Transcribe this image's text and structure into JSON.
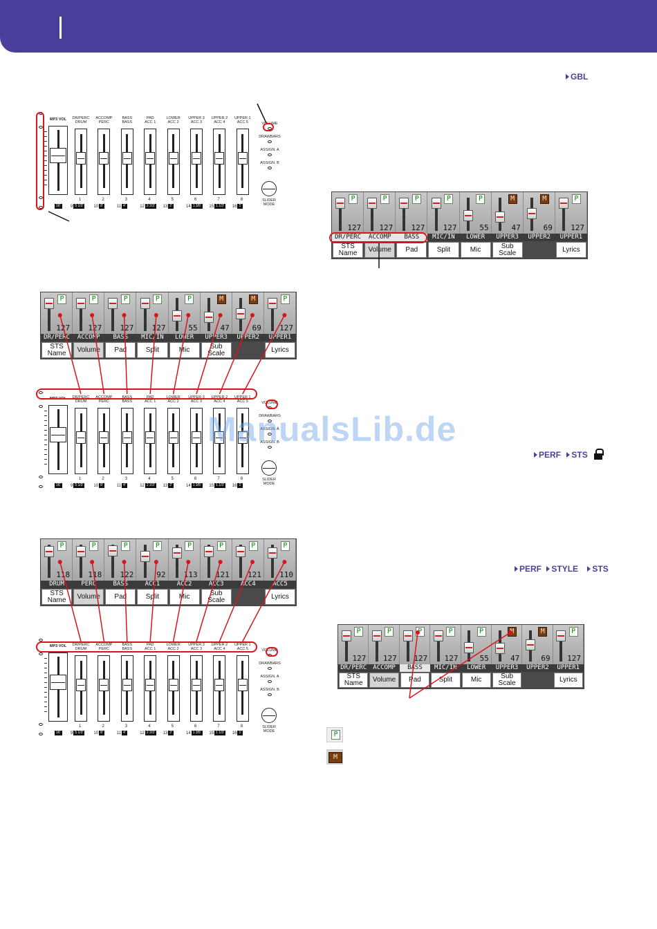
{
  "tags": {
    "gbl": [
      "GBL"
    ],
    "perf_sts": [
      "PERF",
      "STS"
    ],
    "perf_style_sts": [
      "PERF",
      "STYLE",
      "STS"
    ]
  },
  "watermark": "ManualsLib.de",
  "hardware_panel": {
    "mp3_vol": "MP3 VOL",
    "top_labels": [
      [
        "DR/PERC",
        "DRUM"
      ],
      [
        "ACCOMP",
        "PERC"
      ],
      [
        "BASS",
        "BASS"
      ],
      [
        "PAD",
        "ACC 1"
      ],
      [
        "LOWER",
        "ACC 2"
      ],
      [
        "UPPER 3",
        "ACC 3"
      ],
      [
        "UPPER 2",
        "ACC 4"
      ],
      [
        "UPPER 1",
        "ACC 5"
      ]
    ],
    "bottom_numbers": [
      "1",
      "2",
      "3",
      "4",
      "5",
      "6",
      "7",
      "8"
    ],
    "drawbar_numbers": [
      "9",
      "10",
      "11",
      "12",
      "13",
      "14",
      "15",
      "16"
    ],
    "drawbar_feet": [
      "5 1/3'",
      "8'",
      "4'",
      "2 2/3'",
      "2'",
      "1 3/5'",
      "1 1/3'",
      "1'"
    ],
    "mp3_foot": "16'",
    "mode_labels": [
      "VOLUME",
      "DRAWBARS",
      "ASSIGN. A",
      "ASSIGN. B"
    ],
    "slider_mode": [
      "SLIDER",
      "MODE"
    ]
  },
  "mixers": {
    "keyboard": {
      "channels": [
        {
          "name": "DR/PERC",
          "value": "127",
          "button": "P"
        },
        {
          "name": "ACCOMP",
          "value": "127",
          "button": "P"
        },
        {
          "name": "BASS",
          "value": "127",
          "button": "P"
        },
        {
          "name": "MIC/IN",
          "value": "127",
          "button": "P"
        },
        {
          "name": "LOWER",
          "value": "55",
          "button": "P"
        },
        {
          "name": "UPPER3",
          "value": "47",
          "button": "M"
        },
        {
          "name": "UPPER2",
          "value": "69",
          "button": "M"
        },
        {
          "name": "UPPER1",
          "value": "127",
          "button": "P"
        }
      ],
      "levels": [
        1.0,
        1.0,
        1.0,
        1.0,
        0.43,
        0.37,
        0.54,
        1.0
      ],
      "tabs": [
        [
          "STS",
          "Name"
        ],
        [
          "Volume"
        ],
        [
          "Pad"
        ],
        [
          "Split"
        ],
        [
          "Mic"
        ],
        [
          "Sub",
          "Scale"
        ],
        [
          ""
        ],
        [
          "Lyrics"
        ]
      ]
    },
    "style": {
      "channels": [
        {
          "name": "DRUM",
          "value": "118",
          "button": "P"
        },
        {
          "name": "PERC",
          "value": "118",
          "button": "P"
        },
        {
          "name": "BASS",
          "value": "122",
          "button": "P"
        },
        {
          "name": "ACC1",
          "value": "92",
          "button": "P"
        },
        {
          "name": "ACC2",
          "value": "113",
          "button": "P"
        },
        {
          "name": "ACC3",
          "value": "121",
          "button": "P"
        },
        {
          "name": "ACC4",
          "value": "121",
          "button": "P"
        },
        {
          "name": "ACC5",
          "value": "110",
          "button": "P"
        }
      ],
      "levels": [
        0.93,
        0.93,
        0.96,
        0.72,
        0.89,
        0.95,
        0.95,
        0.87
      ],
      "tabs": [
        [
          "STS",
          "Name"
        ],
        [
          "Volume"
        ],
        [
          "Pad"
        ],
        [
          "Split"
        ],
        [
          "Mic"
        ],
        [
          "Sub",
          "Scale"
        ],
        [
          ""
        ],
        [
          "Lyrics"
        ]
      ]
    }
  },
  "legend": {
    "play_icon": "P",
    "mute_icon": "M"
  }
}
